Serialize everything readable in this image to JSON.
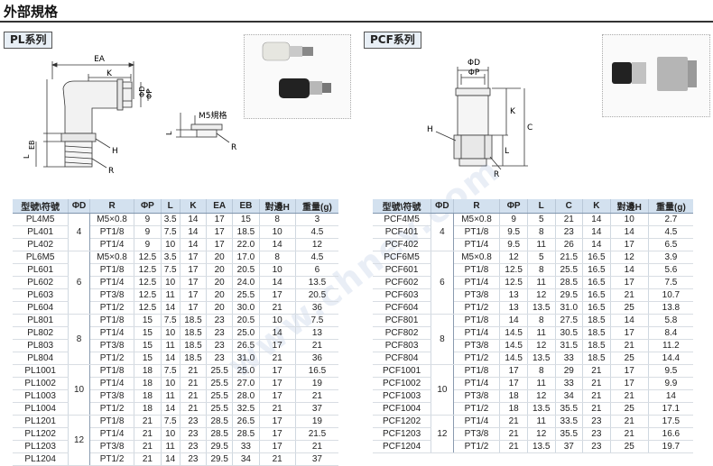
{
  "page_title": "外部規格",
  "pl": {
    "series_label": "PL系列",
    "drawing_labels": {
      "ea": "EA",
      "k": "K",
      "phi_d": "ΦD",
      "phi_p": "ΦP",
      "eb": "EB",
      "l": "L",
      "h": "H",
      "r": "R",
      "m5": "M5規格",
      "r2": "R"
    },
    "headers": [
      "型號\\符號",
      "ΦD",
      "R",
      "ΦP",
      "L",
      "K",
      "EA",
      "EB",
      "對邊H",
      "重量(g)"
    ],
    "groups": [
      {
        "d": "4",
        "rows": [
          [
            "PL4M5",
            "M5×0.8",
            "9",
            "3.5",
            "14",
            "17",
            "15",
            "8",
            "3"
          ],
          [
            "PL401",
            "PT1/8",
            "9",
            "7.5",
            "14",
            "17",
            "18.5",
            "10",
            "4.5"
          ],
          [
            "PL402",
            "PT1/4",
            "9",
            "10",
            "14",
            "17",
            "22.0",
            "14",
            "12"
          ]
        ]
      },
      {
        "d": "6",
        "rows": [
          [
            "PL6M5",
            "M5×0.8",
            "12.5",
            "3.5",
            "17",
            "20",
            "17.0",
            "8",
            "4.5"
          ],
          [
            "PL601",
            "PT1/8",
            "12.5",
            "7.5",
            "17",
            "20",
            "20.5",
            "10",
            "6"
          ],
          [
            "PL602",
            "PT1/4",
            "12.5",
            "10",
            "17",
            "20",
            "24.0",
            "14",
            "13.5"
          ],
          [
            "PL603",
            "PT3/8",
            "12.5",
            "11",
            "17",
            "20",
            "25.5",
            "17",
            "20.5"
          ],
          [
            "PL604",
            "PT1/2",
            "12.5",
            "14",
            "17",
            "20",
            "30.0",
            "21",
            "36"
          ]
        ]
      },
      {
        "d": "8",
        "rows": [
          [
            "PL801",
            "PT1/8",
            "15",
            "7.5",
            "18.5",
            "23",
            "20.5",
            "10",
            "7.5"
          ],
          [
            "PL802",
            "PT1/4",
            "15",
            "10",
            "18.5",
            "23",
            "25.0",
            "14",
            "13"
          ],
          [
            "PL803",
            "PT3/8",
            "15",
            "11",
            "18.5",
            "23",
            "26.5",
            "17",
            "21"
          ],
          [
            "PL804",
            "PT1/2",
            "15",
            "14",
            "18.5",
            "23",
            "31.0",
            "21",
            "36"
          ]
        ]
      },
      {
        "d": "10",
        "rows": [
          [
            "PL1001",
            "PT1/8",
            "18",
            "7.5",
            "21",
            "25.5",
            "25.0",
            "17",
            "16.5"
          ],
          [
            "PL1002",
            "PT1/4",
            "18",
            "10",
            "21",
            "25.5",
            "27.0",
            "17",
            "19"
          ],
          [
            "PL1003",
            "PT3/8",
            "18",
            "11",
            "21",
            "25.5",
            "28.0",
            "17",
            "21"
          ],
          [
            "PL1004",
            "PT1/2",
            "18",
            "14",
            "21",
            "25.5",
            "32.5",
            "21",
            "37"
          ]
        ]
      },
      {
        "d": "12",
        "rows": [
          [
            "PL1201",
            "PT1/8",
            "21",
            "7.5",
            "23",
            "28.5",
            "26.5",
            "17",
            "19"
          ],
          [
            "PL1202",
            "PT1/4",
            "21",
            "10",
            "23",
            "28.5",
            "28.5",
            "17",
            "21.5"
          ],
          [
            "PL1203",
            "PT3/8",
            "21",
            "11",
            "23",
            "29.5",
            "33",
            "17",
            "21"
          ],
          [
            "PL1204",
            "PT1/2",
            "21",
            "14",
            "23",
            "29.5",
            "34",
            "21",
            "37"
          ]
        ]
      }
    ]
  },
  "pcf": {
    "series_label": "PCF系列",
    "drawing_labels": {
      "phi_d": "ΦD",
      "phi_p": "ΦP",
      "k": "K",
      "c": "C",
      "l": "L",
      "h": "H",
      "r": "R"
    },
    "headers": [
      "型號\\符號",
      "ΦD",
      "R",
      "ΦP",
      "L",
      "C",
      "K",
      "對邊H",
      "重量(g)"
    ],
    "groups": [
      {
        "d": "4",
        "rows": [
          [
            "PCF4M5",
            "M5×0.8",
            "9",
            "5",
            "21",
            "14",
            "10",
            "2.7"
          ],
          [
            "PCF401",
            "PT1/8",
            "9.5",
            "8",
            "23",
            "14",
            "14",
            "4.5"
          ],
          [
            "PCF402",
            "PT1/4",
            "9.5",
            "11",
            "26",
            "14",
            "17",
            "6.5"
          ]
        ]
      },
      {
        "d": "6",
        "rows": [
          [
            "PCF6M5",
            "M5×0.8",
            "12",
            "5",
            "21.5",
            "16.5",
            "12",
            "3.9"
          ],
          [
            "PCF601",
            "PT1/8",
            "12.5",
            "8",
            "25.5",
            "16.5",
            "14",
            "5.6"
          ],
          [
            "PCF602",
            "PT1/4",
            "12.5",
            "11",
            "28.5",
            "16.5",
            "17",
            "7.5"
          ],
          [
            "PCF603",
            "PT3/8",
            "13",
            "12",
            "29.5",
            "16.5",
            "21",
            "10.7"
          ],
          [
            "PCF604",
            "PT1/2",
            "13",
            "13.5",
            "31.0",
            "16.5",
            "25",
            "13.8"
          ]
        ]
      },
      {
        "d": "8",
        "rows": [
          [
            "PCF801",
            "PT1/8",
            "14",
            "8",
            "27.5",
            "18.5",
            "14",
            "5.8"
          ],
          [
            "PCF802",
            "PT1/4",
            "14.5",
            "11",
            "30.5",
            "18.5",
            "17",
            "8.4"
          ],
          [
            "PCF803",
            "PT3/8",
            "14.5",
            "12",
            "31.5",
            "18.5",
            "21",
            "11.2"
          ],
          [
            "PCF804",
            "PT1/2",
            "14.5",
            "13.5",
            "33",
            "18.5",
            "25",
            "14.4"
          ]
        ]
      },
      {
        "d": "10",
        "rows": [
          [
            "PCF1001",
            "PT1/8",
            "17",
            "8",
            "29",
            "21",
            "17",
            "9.5"
          ],
          [
            "PCF1002",
            "PT1/4",
            "17",
            "11",
            "33",
            "21",
            "17",
            "9.9"
          ],
          [
            "PCF1003",
            "PT3/8",
            "18",
            "12",
            "34",
            "21",
            "21",
            "14"
          ],
          [
            "PCF1004",
            "PT1/2",
            "18",
            "13.5",
            "35.5",
            "21",
            "25",
            "17.1"
          ]
        ]
      },
      {
        "d": "12",
        "rows": [
          [
            "PCF1202",
            "PT1/4",
            "21",
            "11",
            "33.5",
            "23",
            "21",
            "17.5"
          ],
          [
            "PCF1203",
            "PT3/8",
            "21",
            "12",
            "35.5",
            "23",
            "21",
            "16.6"
          ],
          [
            "PCF1204",
            "PT1/2",
            "21",
            "13.5",
            "37",
            "23",
            "25",
            "19.7"
          ]
        ]
      }
    ]
  },
  "watermark": "www.chnev.com"
}
